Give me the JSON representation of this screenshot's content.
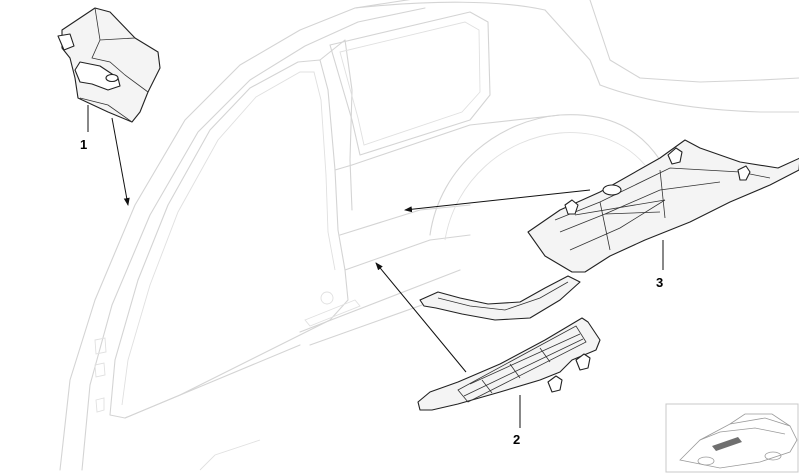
{
  "callouts": {
    "part1": "1",
    "part2": "2",
    "part3": "3"
  },
  "colors": {
    "background": "#ffffff",
    "vehicle_outline": "#d4d4d4",
    "part_outline": "#222222",
    "leader_line": "#111111"
  }
}
